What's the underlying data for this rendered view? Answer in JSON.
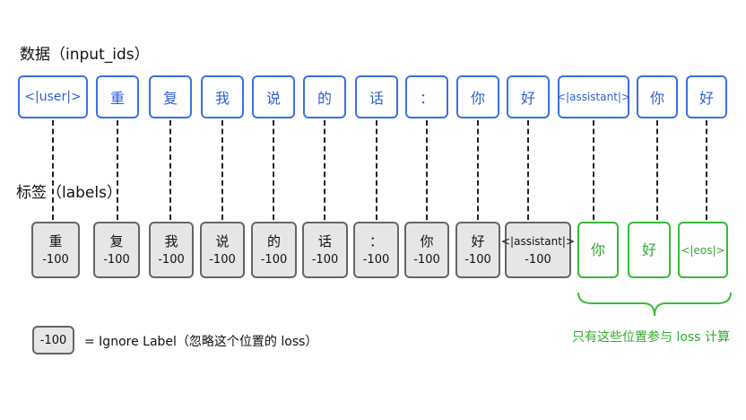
{
  "input_title": "数据（input_ids）",
  "labels_title": "标签（labels）",
  "input_tokens": [
    "<|user|>",
    "重",
    "复",
    "我",
    "说",
    "的",
    "话",
    "：",
    "你",
    "好",
    "<|assistant|>",
    "你",
    "好"
  ],
  "label_tokens": [
    {
      "text": "重",
      "value": "-100"
    },
    {
      "text": "复",
      "value": "-100"
    },
    {
      "text": "我",
      "value": "-100"
    },
    {
      "text": "说",
      "value": "-100"
    },
    {
      "text": "的",
      "value": "-100"
    },
    {
      "text": "话",
      "value": "-100"
    },
    {
      "text": "：",
      "value": "-100"
    },
    {
      "text": "你",
      "value": "-100"
    },
    {
      "text": "好",
      "value": "-100"
    },
    {
      "text": "<|assistant|>",
      "value": "-100"
    },
    {
      "text": "你",
      "value": ""
    },
    {
      "text": "好",
      "value": ""
    },
    {
      "text": "<|eos|>",
      "value": ""
    }
  ],
  "legend": {
    "box": "-100",
    "text": "= Ignore Label（忽略这个位置的 loss）"
  },
  "loss_note": "只有这些位置参与 loss 计算",
  "colors": {
    "input_border": "#3a6fe6",
    "ignored_fill": "#e6e6e6",
    "loss_green": "#39b93b"
  }
}
